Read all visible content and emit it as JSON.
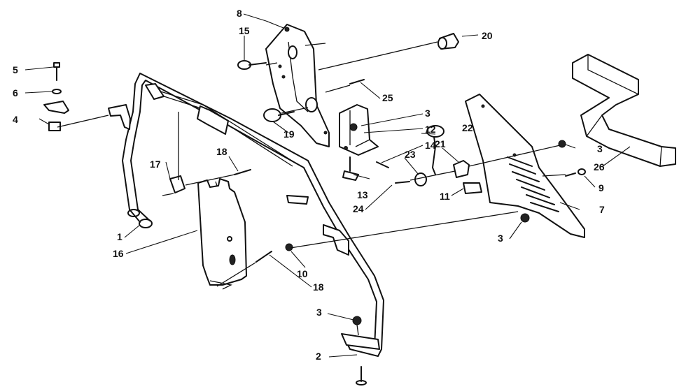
{
  "diagram": {
    "callouts": [
      "1",
      "2",
      "3",
      "3",
      "3",
      "3",
      "4",
      "5",
      "6",
      "7",
      "8",
      "9",
      "10",
      "11",
      "12",
      "13",
      "14",
      "15",
      "16",
      "17",
      "18",
      "18",
      "19",
      "20",
      "21",
      "22",
      "23",
      "24",
      "25",
      "26"
    ]
  }
}
